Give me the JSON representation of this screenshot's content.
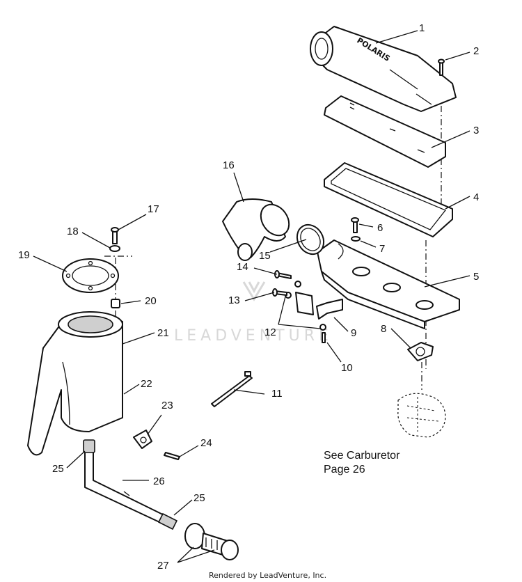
{
  "callouts": [
    {
      "id": "c1",
      "label": "1"
    },
    {
      "id": "c2",
      "label": "2"
    },
    {
      "id": "c3",
      "label": "3"
    },
    {
      "id": "c4",
      "label": "4"
    },
    {
      "id": "c5",
      "label": "5"
    },
    {
      "id": "c6",
      "label": "6"
    },
    {
      "id": "c7",
      "label": "7"
    },
    {
      "id": "c8",
      "label": "8"
    },
    {
      "id": "c9",
      "label": "9"
    },
    {
      "id": "c10",
      "label": "10"
    },
    {
      "id": "c11",
      "label": "11"
    },
    {
      "id": "c12",
      "label": "12"
    },
    {
      "id": "c13",
      "label": "13"
    },
    {
      "id": "c14",
      "label": "14"
    },
    {
      "id": "c15",
      "label": "15"
    },
    {
      "id": "c16",
      "label": "16"
    },
    {
      "id": "c17",
      "label": "17"
    },
    {
      "id": "c18",
      "label": "18"
    },
    {
      "id": "c19",
      "label": "19"
    },
    {
      "id": "c20",
      "label": "20"
    },
    {
      "id": "c21",
      "label": "21"
    },
    {
      "id": "c22",
      "label": "22"
    },
    {
      "id": "c23",
      "label": "23"
    },
    {
      "id": "c24",
      "label": "24"
    },
    {
      "id": "c25a",
      "label": "25"
    },
    {
      "id": "c25b",
      "label": "25"
    },
    {
      "id": "c26",
      "label": "26"
    },
    {
      "id": "c27",
      "label": "27"
    }
  ],
  "note": {
    "line1": "See Carburetor",
    "line2": "Page 26"
  },
  "part_logo_text": "POLARIS",
  "watermark": "LEADVENTURE",
  "footer": "Rendered by LeadVenture, Inc."
}
